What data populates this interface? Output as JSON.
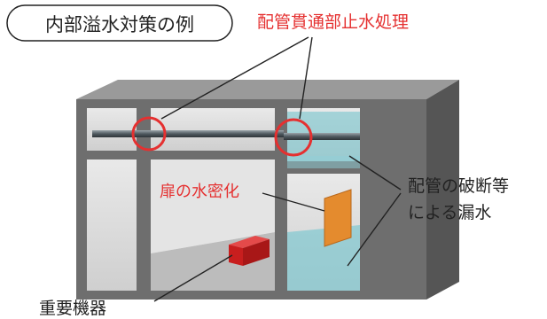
{
  "title": "内部溢水対策の例",
  "labels": {
    "pipe_penetration": "配管貫通部止水処理",
    "door_watertight": "扉の水密化",
    "pipe_break_line1": "配管の破断等",
    "pipe_break_line2": "による漏水",
    "important_equipment": "重要機器"
  },
  "colors": {
    "accent_red": "#e53030",
    "text": "#222222",
    "wall_gray": "#6e6e6e",
    "water": "#7fc8d0",
    "door_orange": "#e48b2e",
    "equipment_red": "#c81e1e"
  }
}
